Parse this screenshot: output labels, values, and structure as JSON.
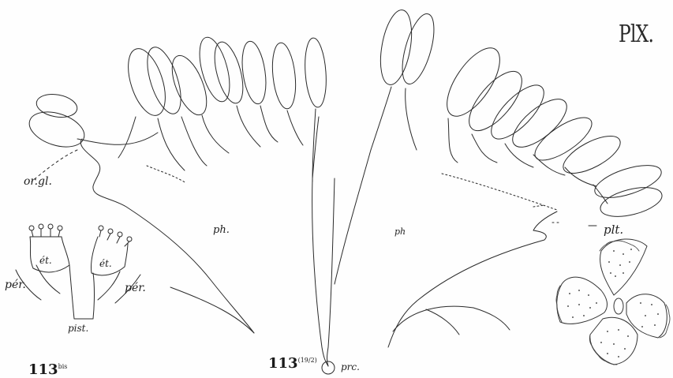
{
  "plate": {
    "number": "PlX.",
    "colors": {
      "ink": "#1f1f1f",
      "paper": "#fefefe"
    }
  },
  "labels": {
    "or_gl": "or.gl.",
    "ph_left": "ph.",
    "ph_right": "ph",
    "plt": "plt.",
    "et_left": "ét.",
    "et_right": "ét.",
    "per_left": "pér.",
    "per_right": "pér.",
    "pist": "pist.",
    "prc": "prc."
  },
  "figures": {
    "fig_113": {
      "number": "113",
      "fraction": "(19/2)"
    },
    "fig_113_bis": {
      "number": "113",
      "suffix": "bis"
    }
  }
}
